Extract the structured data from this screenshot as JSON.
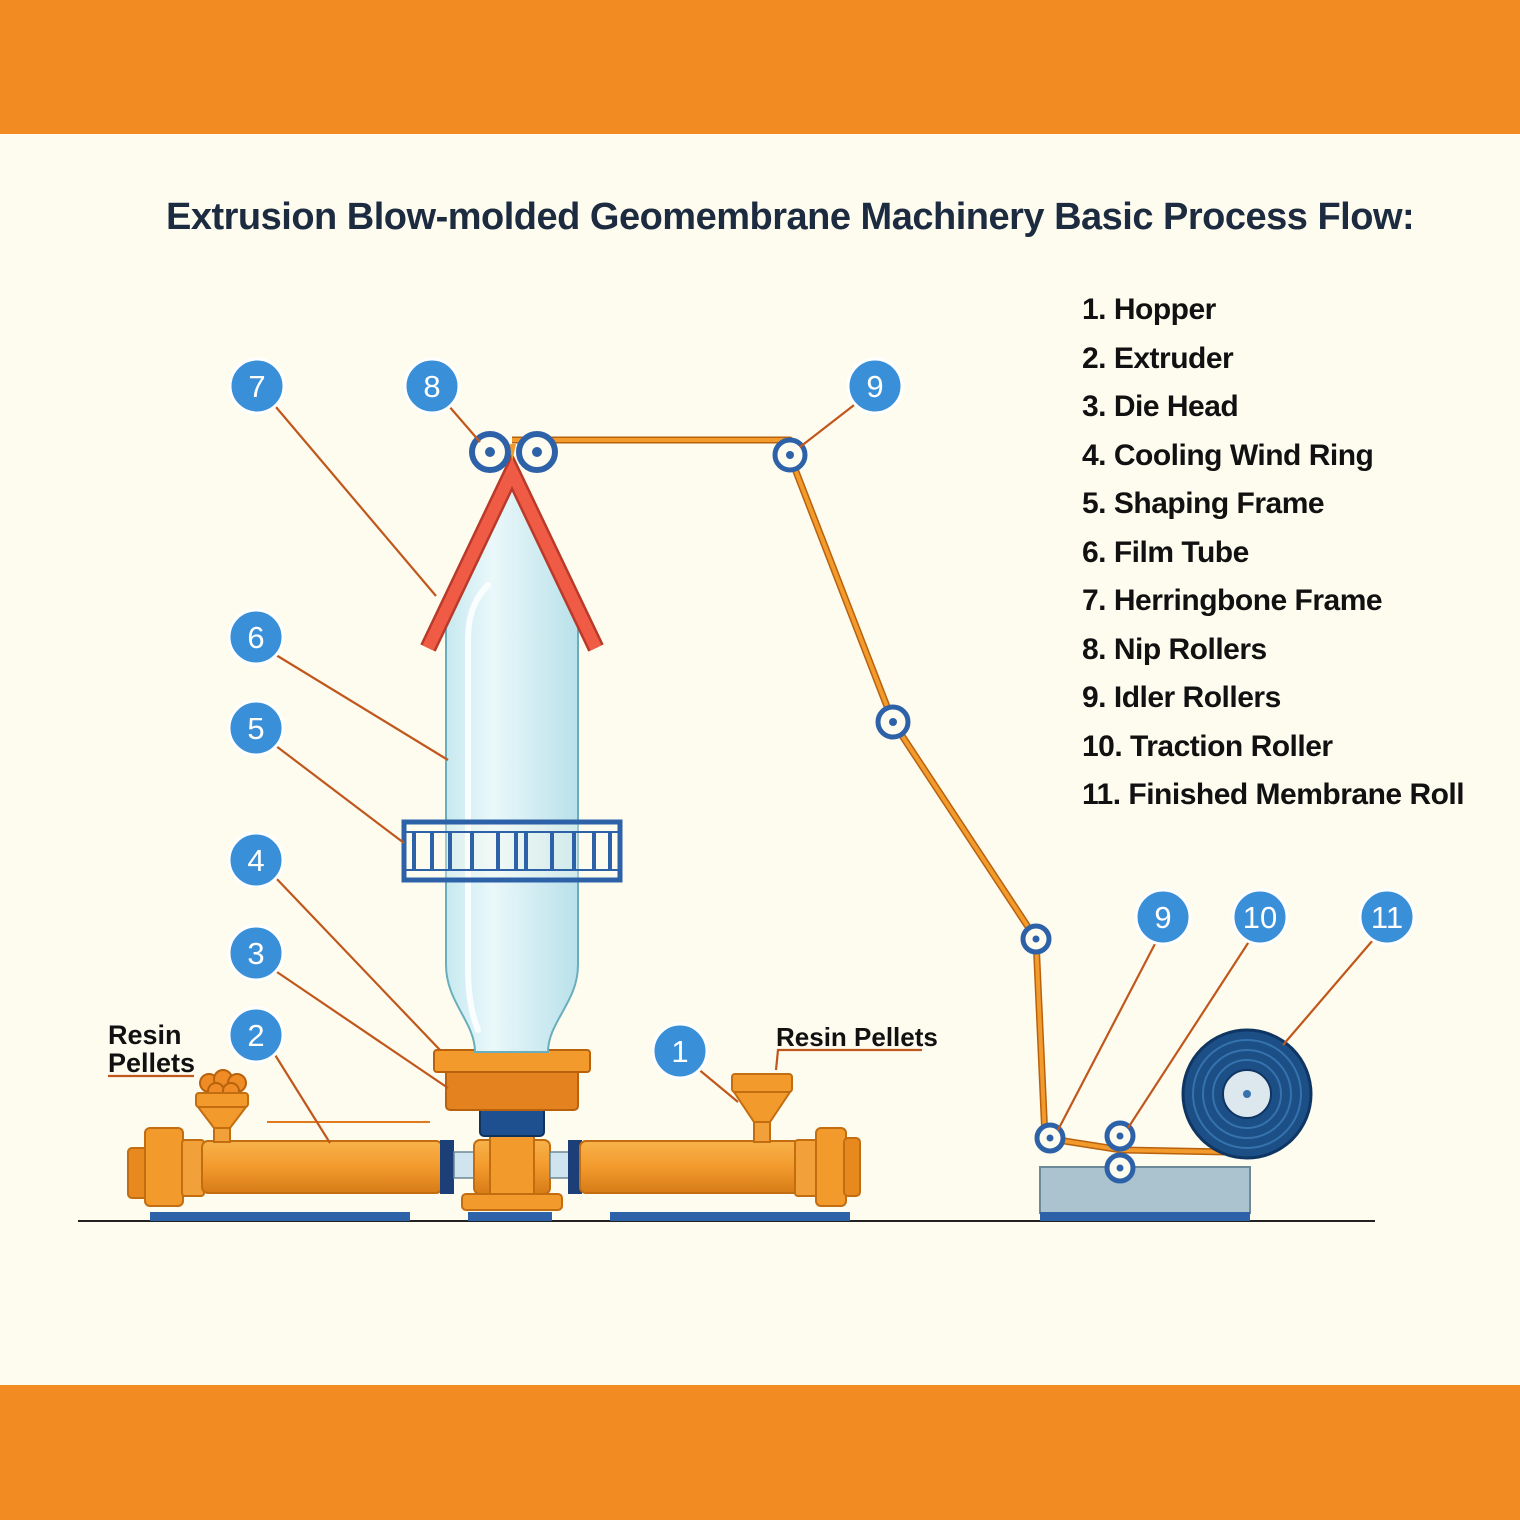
{
  "title": "Extrusion Blow-molded Geomembrane Machinery Basic Process Flow:",
  "legend": [
    "1. Hopper",
    "2. Extruder",
    "3. Die Head",
    "4. Cooling Wind Ring",
    "5. Shaping Frame",
    "6. Film Tube",
    "7. Herringbone Frame",
    "8. Nip Rollers",
    "9. Idler Rollers",
    "10. Traction Roller",
    "11. Finished Membrane Roll"
  ],
  "callouts": {
    "c1": "1",
    "c2": "2",
    "c3": "3",
    "c4": "4",
    "c5": "5",
    "c6": "6",
    "c7": "7",
    "c8": "8",
    "c9a": "9",
    "c9b": "9",
    "c10": "10",
    "c11": "11"
  },
  "pellets": {
    "left_line1": "Resin",
    "left_line2": "Pellets",
    "right": "Resin Pellets"
  },
  "colors": {
    "band": "#f28c22",
    "background": "#fefcef",
    "callout": "#3a8fd9",
    "leader": "#c0571c",
    "machine": "#f39a2d",
    "frame_blue": "#2d62a8",
    "herringbone": "#ef5b45",
    "film": "#d6f0f4"
  }
}
